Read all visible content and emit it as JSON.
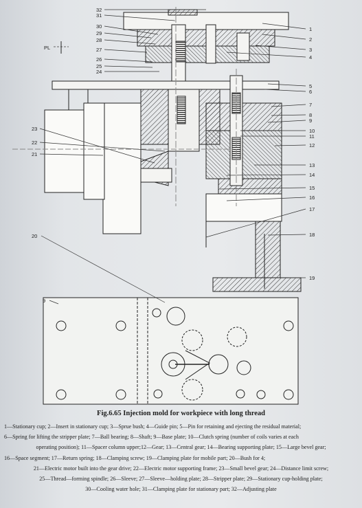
{
  "figure": {
    "caption": "Fig.6.65   Injection mold for workpiece with long thread",
    "pl_label": "PL",
    "callouts_right": [
      "1",
      "2",
      "3",
      "4",
      "5",
      "6",
      "7",
      "8",
      "9",
      "10",
      "11",
      "12",
      "13",
      "14",
      "15",
      "16",
      "17",
      "18",
      "19"
    ],
    "callouts_left": [
      "32",
      "31",
      "30",
      "29",
      "28",
      "27",
      "26",
      "25",
      "24",
      "23",
      "22",
      "21",
      "20",
      "9"
    ]
  },
  "legend_lines": [
    "1—Stationary cup; 2—Insert in stationary cup; 3—Sprue bush; 4—Guide pin; 5—Pin for retaining and ejecting the residual material;",
    "6—Spring for lifting the stripper plate; 7—Ball bearing; 8—Shaft; 9—Base plate; 10—Clutch spring (number of coils varies at each",
    "operating position); 11—Spacer column upper;12—Gear; 13—Central gear; 14—Bearing supporting plate; 15—Large bevel gear;",
    "16—Space segment; 17—Return spring; 18—Clamping screw; 19—Clamping plate for mobile part; 20—Bush for 4;",
    "21—Electric motor built into the gear drive; 22—Electric motor supporting frame; 23—Small bevel gear; 24—Distance limit screw;",
    "25—Thread—forming spindle; 26—Sleeve; 27—Sleeve—holding plate; 28—Stripper plate; 29—Stationary cup-holding plate;",
    "30—Cooling water hole; 31—Clamping plate for stationary part; 32—Adjusting plate"
  ]
}
